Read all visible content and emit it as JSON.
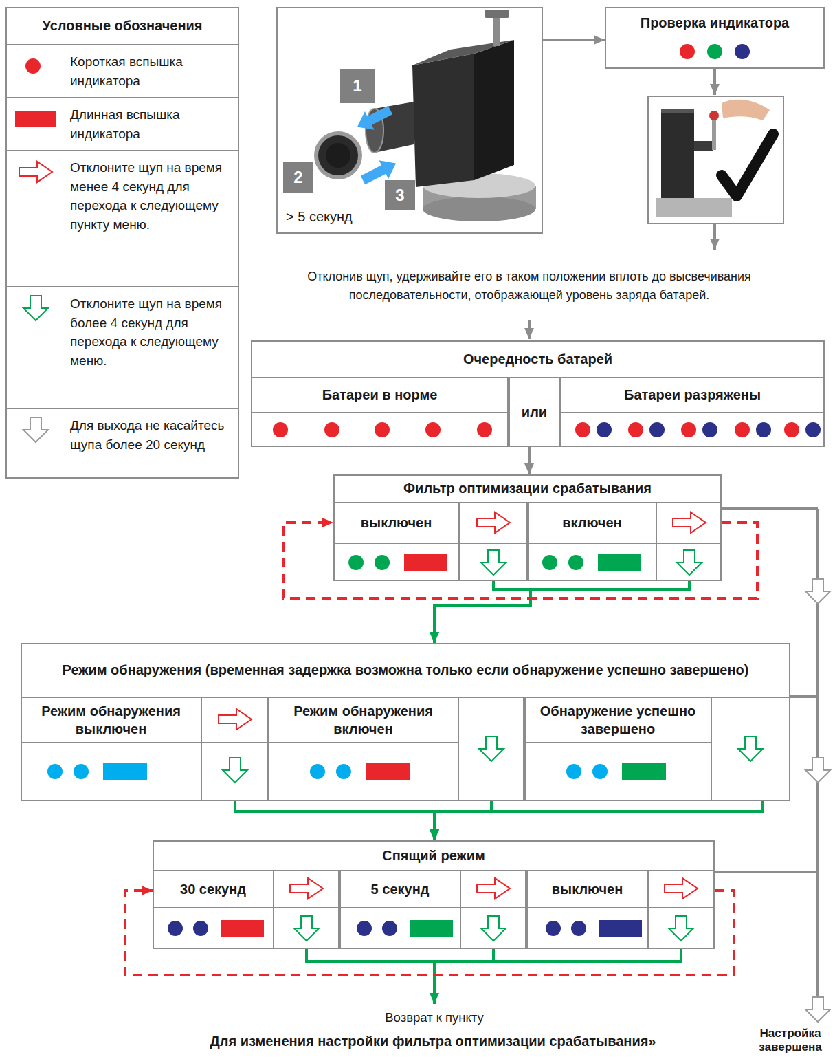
{
  "diagram": {
    "nodes": [
      {
        "text": [
          "> 5 секунд"
        ]
      },
      {
        "text": [
          "Проверка индикатора"
        ]
      },
      {
        "text": [
          "Очередность батарей"
        ]
      },
      {
        "text": [
          "Батареи в норме"
        ],
        "in": 2
      },
      {
        "text": [
          "или"
        ],
        "in": 2
      },
      {
        "text": [
          "Батареи разряжены"
        ],
        "in": 2
      },
      {
        "text": [
          "Фильтр оптимизации срабатывания"
        ]
      },
      {
        "text": [
          "выключен"
        ],
        "in": 6
      },
      {
        "text": [
          "включен"
        ],
        "in": 6
      },
      {
        "text": [
          "Режим обнаружения (временная задержка возможна только если обнаружение успешно завершено)"
        ]
      },
      {
        "text": [
          "Режим обнаружения выключен"
        ],
        "in": 9
      },
      {
        "text": [
          "Режим обнаружения включен"
        ],
        "in": 9
      },
      {
        "text": [
          "Обнаружение успешно завершено"
        ],
        "in": 9
      },
      {
        "text": [
          "Спящий режим"
        ]
      },
      {
        "text": [
          "30 секунд"
        ],
        "in": 13
      },
      {
        "text": [
          "5 секунд"
        ],
        "in": 13
      },
      {
        "text": [
          "выключен"
        ],
        "in": 13
      }
    ],
    "edges": [
      {
        "from": 0,
        "to": 1,
        "arrow": "to"
      },
      {
        "from": 2,
        "to": 6,
        "arrow": "to"
      },
      {
        "from": 7,
        "to": 9,
        "arrow": "to"
      },
      {
        "from": 8,
        "to": 9,
        "arrow": "to"
      },
      {
        "from": 8,
        "to": 7,
        "arrow": "to"
      },
      {
        "from": 10,
        "to": 13,
        "arrow": "to"
      },
      {
        "from": 11,
        "to": 13,
        "arrow": "to"
      },
      {
        "from": 12,
        "to": 13,
        "arrow": "to"
      },
      {
        "from": 16,
        "to": 14,
        "arrow": "to"
      }
    ],
    "labels": [
      "Условные обозначения",
      "1",
      "2",
      "3",
      "Отклонив щуп, удерживайте его в таком положении вплоть до высвечивания последовательности, отображающей уровень заряда батарей.",
      "Возврат к пункту",
      "Для изменения настройки фильтра оптимизации срабатывания»",
      "Настройка завершена"
    ],
    "legend": [
      {
        "text": "Короткая вспышка индикатора"
      },
      {
        "text": "Длинная вспышка индикатора"
      },
      {
        "text": "Отклоните щуп на время менее 4 секунд для перехода к следующему пункту меню."
      },
      {
        "text": "Отклоните щуп на время более 4 секунд для перехода к следующему меню."
      },
      {
        "text": "Для выхода не касайтесь щупа более 20 секунд"
      }
    ]
  }
}
